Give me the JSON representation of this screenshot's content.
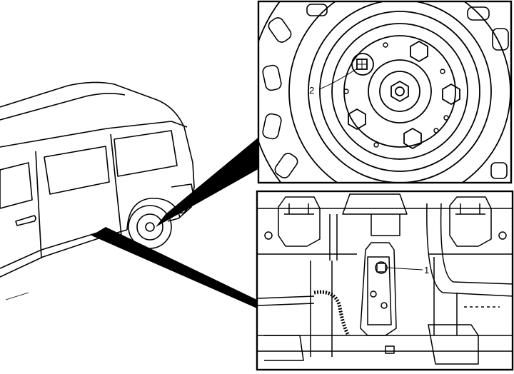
{
  "diagram": {
    "callouts": [
      {
        "id": "1",
        "text": "1",
        "refers_to": "spare-wheel-mounting-bolt"
      },
      {
        "id": "2",
        "text": "2",
        "refers_to": "wheel-bolt-socket"
      }
    ]
  }
}
